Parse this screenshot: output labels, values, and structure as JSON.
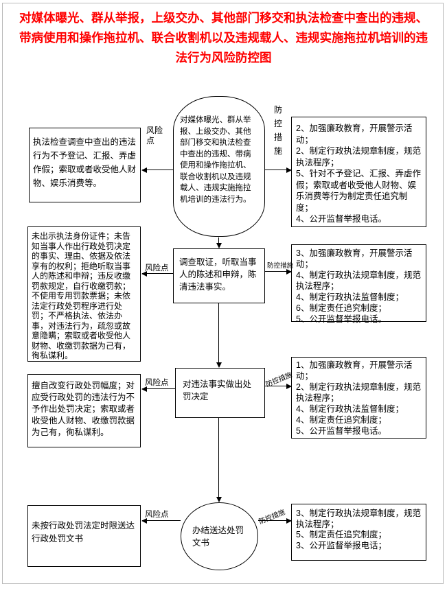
{
  "title": "对媒体曝光、群从举报，上级交办、其他部门移交和执法检查中查出的违规、带病使用和操作拖拉机、联合收割机以及违规载人、违规实施拖拉机培训的违法行为风险防控图",
  "labels": {
    "risk": "风险点",
    "measure": "防控措施"
  },
  "colors": {
    "title_red": "#ff0000",
    "line_black": "#000000"
  },
  "steps": [
    {
      "center": "对媒体曝光、群从举报、上级交办、其他部门移交和执法检查中查出的违规、带病使用和操作拖拉机、联合收割机以及违规载人、违规实施拖拉机培训的违法行为。",
      "risk": "执法检查调查中查出的违法行为不予登记、汇报、弄虚作假；索取或者收受他人财物、娱乐消费等。",
      "measures": "2、加强廉政教育，开展警示活动；\n2、制定行政执法规章制度，规范执法程序；\n5、针对不予登记、汇报、弄虚作假；索取或者收受他人财物、娱乐消费等行为制定责任追究制度；\n4、公开监督举报电话。"
    },
    {
      "center": "调查取证，听取当事人的陈述和申辩，陈清违法事实。",
      "risk": "未出示执法身份证件；未告知当事人作出行政处罚决定的事实、理由、依据及依法享有的权利；拒绝听取当事人的陈述和申辩；违反收缴罚款规定，自行收缴罚款；不使用专用罚款票据；未依法定行政处罚程序进行处罚；不严格执法、依法办事，对违法行为，疏忽或故意隐瞒；索取或者收受他人财物、收缴罚款据为己有，徇私谋利。",
      "measures": "3、加强廉政教育，开展警示活动；\n4、制定行政执法规章制度，规范执法程序；\n4、制定行政执法监督制度；\n6、制定责任追究制度；\n5、公开监督举报电话。"
    },
    {
      "center": "对违法事实做出处罚决定",
      "risk": "擅自改变行政处罚幅度；对应受行政处罚的违法行为不予作出处罚决定；索取或者收受他人财物、收缴罚款据为己有，徇私谋利。",
      "measures": "1、加强廉政教育，开展警示活动；\n2、制定行政执法规章制度，规范执法程序；\n4、制定行政执法监督制度；\n4、制定责任追究制度；\n5、公开监督举报电话。"
    },
    {
      "center": "办结送达处罚文书",
      "risk": "未按行政处罚法定时限送达行政处罚文书",
      "measures": "3、制定行政执法规章制度，规范执法程序；\n5、制定责任追究制度；\n3、公开监督举报电话；"
    }
  ]
}
